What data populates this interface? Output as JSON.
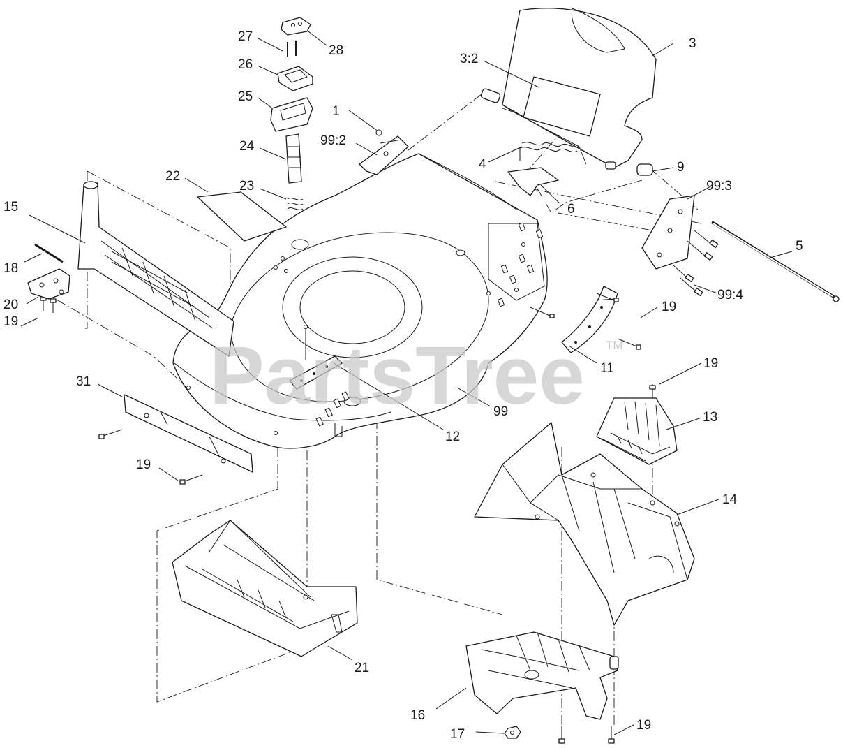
{
  "watermark": {
    "text": "PartsTree",
    "trademark": "TM"
  },
  "callouts": [
    "1",
    "3",
    "3:2",
    "4",
    "5",
    "6",
    "9",
    "11",
    "12",
    "13",
    "14",
    "15",
    "16",
    "17",
    "18",
    "19",
    "20",
    "21",
    "22",
    "23",
    "24",
    "25",
    "26",
    "27",
    "28",
    "31",
    "99",
    "99:2",
    "99:3",
    "99:4"
  ]
}
